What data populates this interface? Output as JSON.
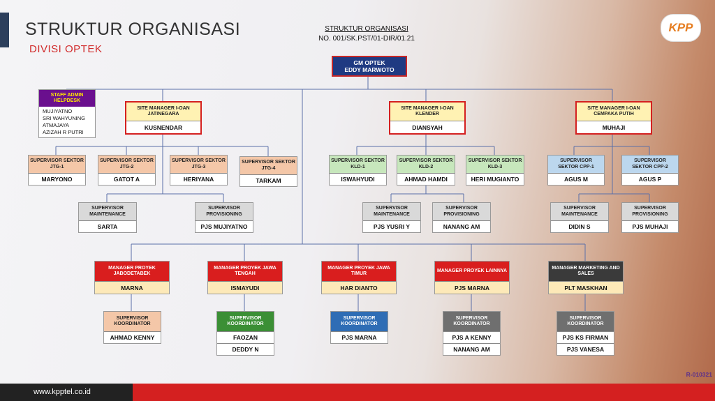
{
  "header": {
    "title": "STRUKTUR ORGANISASI",
    "subtitle": "DIVISI OPTEK",
    "doc_title": "STRUKTUR ORGANISASI",
    "doc_number": "NO. 001/SK.PST/01-DIR/01.21",
    "logo_text": "KPP"
  },
  "gm": {
    "title": "GM OPTEK",
    "name": "EDDY MARWOTO"
  },
  "staff_admin": {
    "title": "STAFF ADMIN HELPDESK",
    "members": [
      "MUJIYATNO",
      "SRI WAHYUNING",
      "ATMAJAYA",
      "AZIZAH R PUTRI"
    ]
  },
  "site_managers": [
    {
      "title": "SITE MANAGER I-OAN JATINEGARA",
      "name": "KUSNENDAR"
    },
    {
      "title": "SITE MANAGER I-OAN KLENDER",
      "name": "DIANSYAH"
    },
    {
      "title": "SITE MANAGER I-OAN CEMPAKA PUTIH",
      "name": "MUHAJI"
    }
  ],
  "jatinegara": {
    "sectors": [
      {
        "title": "SUPERVISOR SEKTOR JTG-1",
        "name": "MARYONO"
      },
      {
        "title": "SUPERVISOR SEKTOR JTG-2",
        "name": "GATOT A"
      },
      {
        "title": "SUPERVISOR SEKTOR JTG-3",
        "name": "HERIYANA"
      },
      {
        "title": "SUPERVISOR SEKTOR JTG-4",
        "name": "TARKAM"
      }
    ],
    "maintenance": {
      "title": "SUPERVISOR MAINTENANCE",
      "name": "SARTA"
    },
    "provisioning": {
      "title": "SUPERVISOR PROVISIONING",
      "name": "PJS MUJIYATNO"
    }
  },
  "klender": {
    "sectors": [
      {
        "title": "SUPERVISOR SEKTOR KLD-1",
        "name": "ISWAHYUDI"
      },
      {
        "title": "SUPERVISOR SEKTOR KLD-2",
        "name": "AHMAD HAMDI"
      },
      {
        "title": "SUPERVISOR SEKTOR KLD-3",
        "name": "HERI MUGIANTO"
      }
    ],
    "maintenance": {
      "title": "SUPERVISOR MAINTENANCE",
      "name": "PJS YUSRI Y"
    },
    "provisioning": {
      "title": "SUPERVISOR PROVISIONING",
      "name": "NANANG AM"
    }
  },
  "cempaka": {
    "sectors": [
      {
        "title": "SUPERVISOR SEKTOR CPP-1",
        "name": "AGUS M"
      },
      {
        "title": "SUPERVISOR SEKTOR CPP-2",
        "name": "AGUS P"
      }
    ],
    "maintenance": {
      "title": "SUPERVISOR MAINTENANCE",
      "name": "DIDIN S"
    },
    "provisioning": {
      "title": "SUPERVISOR PROVISIONING",
      "name": "PJS MUHAJI"
    }
  },
  "projects": [
    {
      "title": "MANAGER PROYEK JABODETABEK",
      "name": "MARNA",
      "coord_title": "SUPERVISOR KOORDINATOR",
      "coord_names": [
        "AHMAD KENNY"
      ]
    },
    {
      "title": "MANAGER PROYEK JAWA TENGAH",
      "name": "ISMAYUDI",
      "coord_title": "SUPERVISOR KOORDINATOR",
      "coord_names": [
        "FAOZAN",
        "DEDDY N"
      ]
    },
    {
      "title": "MANAGER PROYEK JAWA TIMUR",
      "name": "HAR DIANTO",
      "coord_title": "SUPERVISOR KOORDINATOR",
      "coord_names": [
        "PJS MARNA"
      ]
    },
    {
      "title": "MANAGER PROYEK LAINNYA",
      "name": "PJS MARNA",
      "coord_title": "SUPERVISOR KOORDINATOR",
      "coord_names": [
        "PJS A KENNY",
        "NANANG AM"
      ]
    },
    {
      "title": "MANAGER MARKETING AND SALES",
      "name": "PLT MASKHAN",
      "coord_title": "SUPERVISOR KOORDINATOR",
      "coord_names": [
        "PJS KS FIRMAN",
        "PJS VANESA"
      ]
    }
  ],
  "footer": {
    "url": "www.kpptel.co.id",
    "code": "R-010321"
  }
}
